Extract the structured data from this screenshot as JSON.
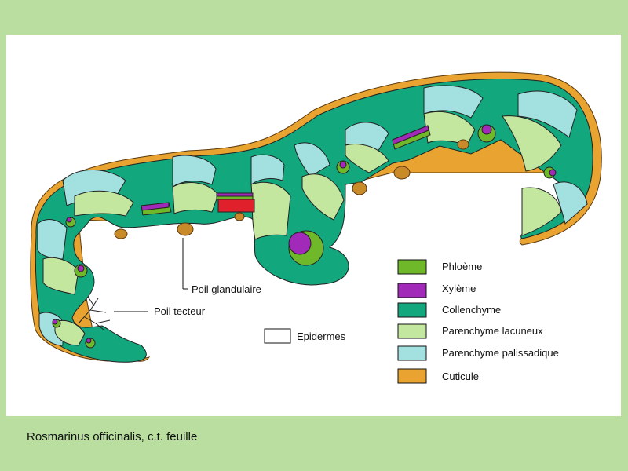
{
  "caption": "Rosmarinus officinalis, c.t. feuille",
  "labels": {
    "poil_glandulaire": "Poil glandulaire",
    "poil_tecteur": "Poil tecteur",
    "epidermes": "Epidermes"
  },
  "legend": [
    {
      "label": "Phloème",
      "color": "#6fb82a"
    },
    {
      "label": "Xylème",
      "color": "#a12ab8"
    },
    {
      "label": "Collenchyme",
      "color": "#13a77e"
    },
    {
      "label": "Parenchyme lacuneux",
      "color": "#c4e7a0"
    },
    {
      "label": "Parenchyme palissadique",
      "color": "#a3e0e0"
    },
    {
      "label": "Cuticule",
      "color": "#e8a330"
    }
  ],
  "colors": {
    "background": "#b9dea0",
    "paper": "#ffffff",
    "gland": "#c98a2a",
    "sclerenchyma_red": "#e0202a"
  }
}
